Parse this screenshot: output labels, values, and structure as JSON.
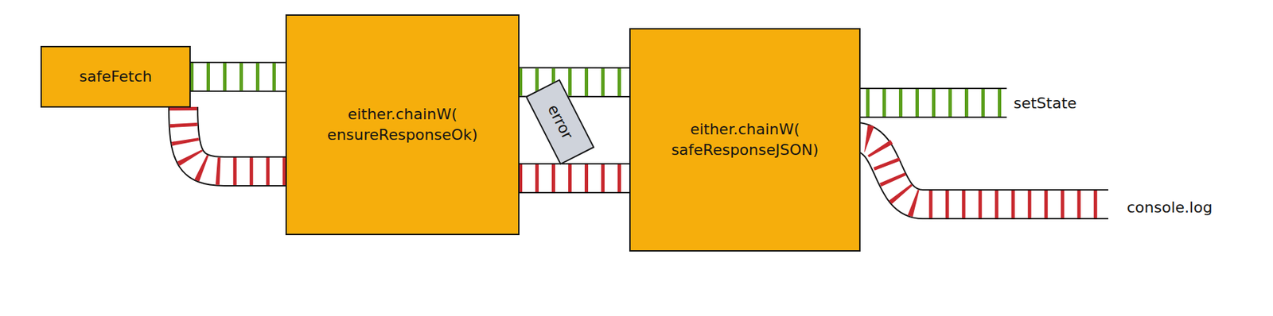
{
  "diagram": {
    "nodes": [
      {
        "text": [
          "safeFetch"
        ]
      },
      {
        "text": [
          "either.chainW( ensureResponseOk)"
        ]
      },
      {
        "text": [
          "error"
        ]
      },
      {
        "text": [
          "either.chainW( safeResponseJSON)"
        ]
      }
    ],
    "edges": [
      {
        "from": 0,
        "to": 1,
        "arrow": "none"
      },
      {
        "from": 0,
        "to": 1,
        "arrow": "none"
      },
      {
        "from": 1,
        "to": 3,
        "arrow": "none"
      },
      {
        "from": 1,
        "to": 3,
        "arrow": "none"
      }
    ],
    "labels": [
      "setState",
      "console.log"
    ]
  }
}
